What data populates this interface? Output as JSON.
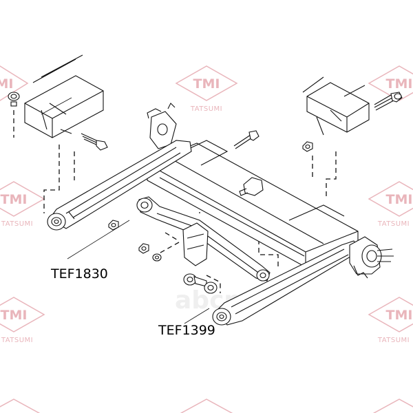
{
  "watermark": {
    "brand": "TMI",
    "sub": "TATSUMI",
    "color": "#e9b5bb"
  },
  "stamp": {
    "text": "abcp",
    "color": "#efefef"
  },
  "labels": {
    "part_a": "TEF1830",
    "part_b": "TEF1399"
  }
}
